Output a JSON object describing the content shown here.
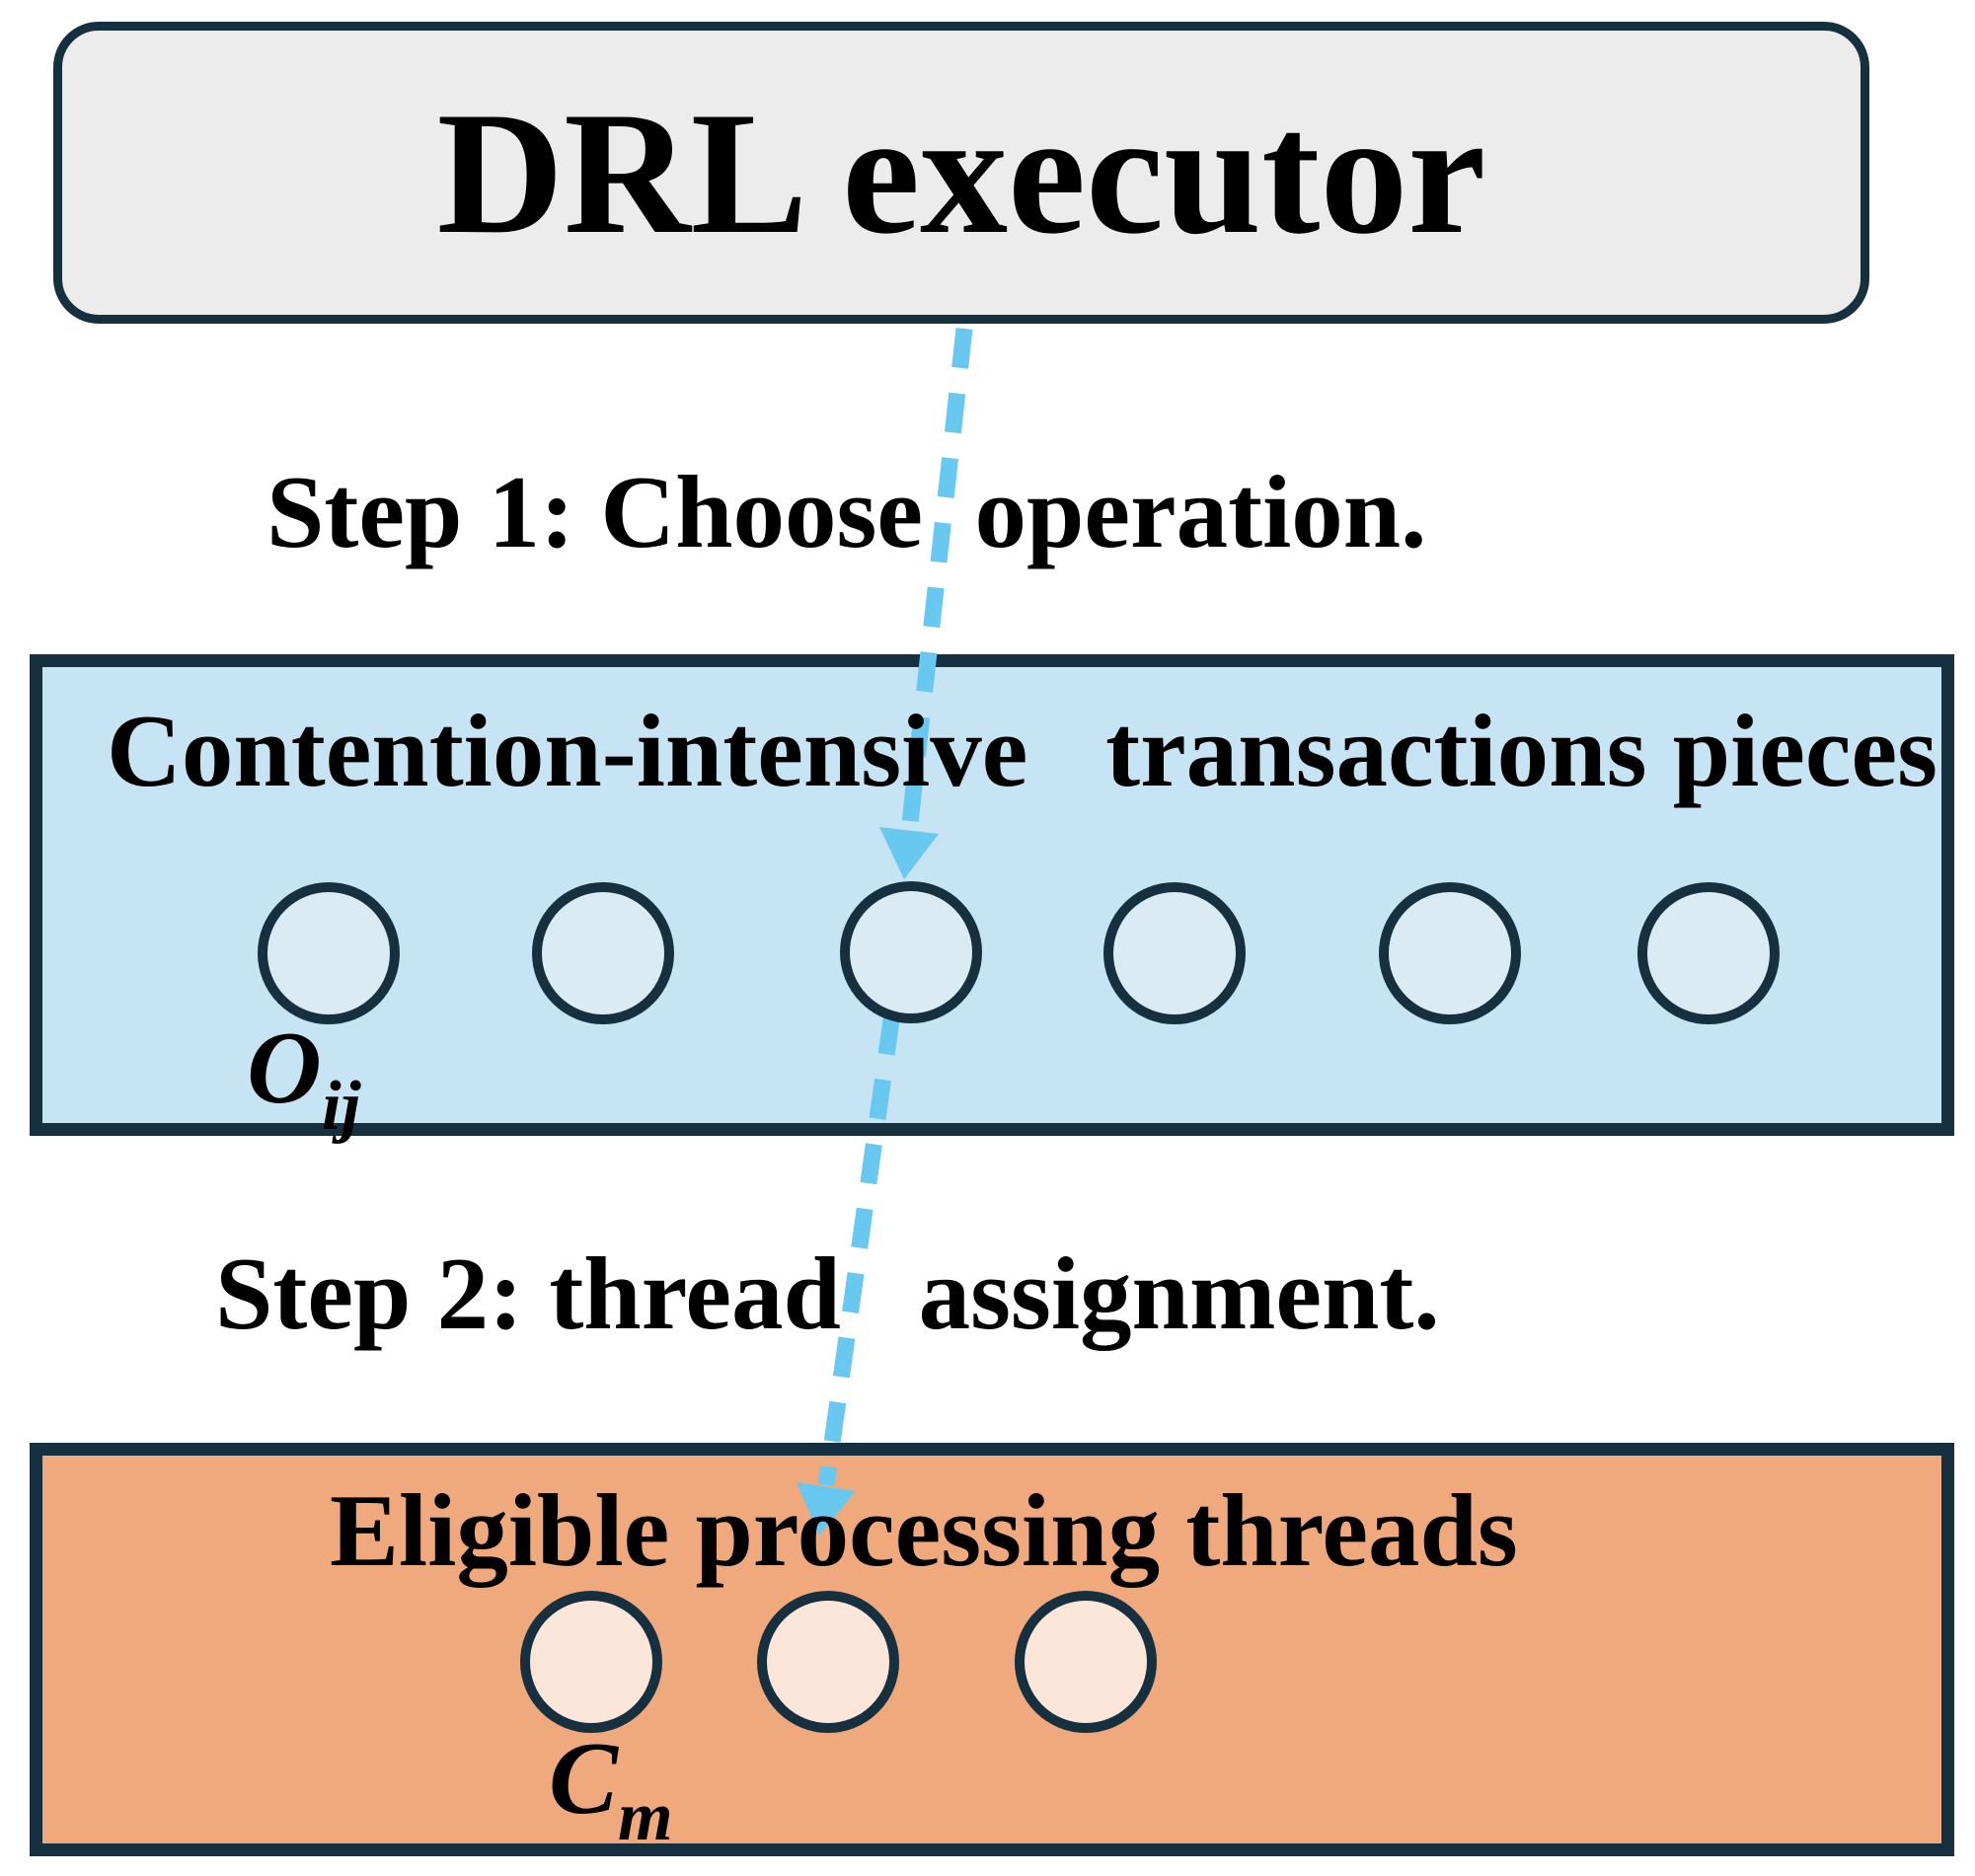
{
  "executor": {
    "label": "DRL executor"
  },
  "steps": {
    "step1": "Step 1: Choose  operation.",
    "step2": "Step 2: thread   assignment."
  },
  "transactions_box": {
    "title": "Contention-intensive   transactions pieces",
    "operation_count": 6,
    "operation_label": {
      "base": "O",
      "subscript": "ij"
    }
  },
  "threads_box": {
    "title": "Eligible processing threads",
    "thread_count": 3,
    "thread_label": {
      "base": "C",
      "subscript": "m"
    }
  },
  "arrows": {
    "style": "dashed",
    "direction": "top-to-bottom"
  },
  "colors": {
    "navy_border": "#16303f",
    "executor_fill": "#ececec",
    "transactions_fill": "#c6e4f3",
    "operation_circle_fill": "#daebf4",
    "threads_fill": "#f0a87d",
    "thread_circle_fill": "#fce6da",
    "arrow": "#69c8f0",
    "text": "#000000"
  }
}
